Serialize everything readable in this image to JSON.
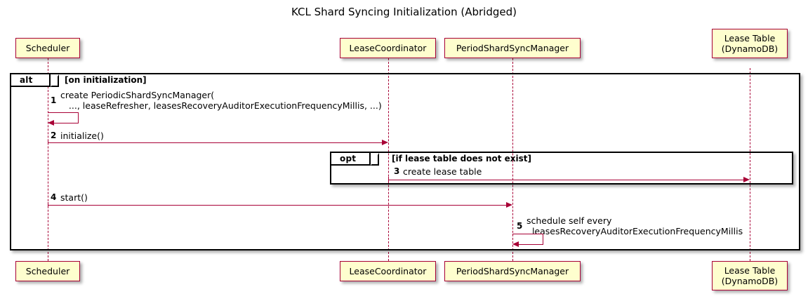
{
  "title": "KCL Shard Syncing Initialization (Abridged)",
  "participants": [
    {
      "id": "scheduler",
      "label": "Scheduler"
    },
    {
      "id": "lease-coordinator",
      "label": "LeaseCoordinator"
    },
    {
      "id": "period-shard-sync-manager",
      "label": "PeriodShardSyncManager"
    },
    {
      "id": "lease-table",
      "label": "Lease Table\n(DynamoDB)"
    }
  ],
  "frames": [
    {
      "id": "alt",
      "type": "alt",
      "condition": "[on initialization]"
    },
    {
      "id": "opt",
      "type": "opt",
      "condition": "[if lease table does not exist]"
    }
  ],
  "messages": [
    {
      "number": "1",
      "text": "create PeriodicShardSyncManager(\n   ..., leaseRefresher, leasesRecoveryAuditorExecutionFrequencyMillis, ...)",
      "from": "scheduler",
      "to": "scheduler",
      "kind": "self"
    },
    {
      "number": "2",
      "text": "initialize()",
      "from": "scheduler",
      "to": "lease-coordinator",
      "kind": "call"
    },
    {
      "number": "3",
      "text": "create lease table",
      "from": "lease-coordinator",
      "to": "lease-table",
      "kind": "call"
    },
    {
      "number": "4",
      "text": "start()",
      "from": "scheduler",
      "to": "period-shard-sync-manager",
      "kind": "call"
    },
    {
      "number": "5",
      "text": "schedule self every\n  leasesRecoveryAuditorExecutionFrequencyMillis",
      "from": "period-shard-sync-manager",
      "to": "period-shard-sync-manager",
      "kind": "self"
    }
  ],
  "colors": {
    "participant_fill": "#FEFECE",
    "participant_border": "#A80036",
    "arrow": "#A80036",
    "frame_border": "#000000",
    "background": "#FFFFFF",
    "text": "#000000"
  }
}
